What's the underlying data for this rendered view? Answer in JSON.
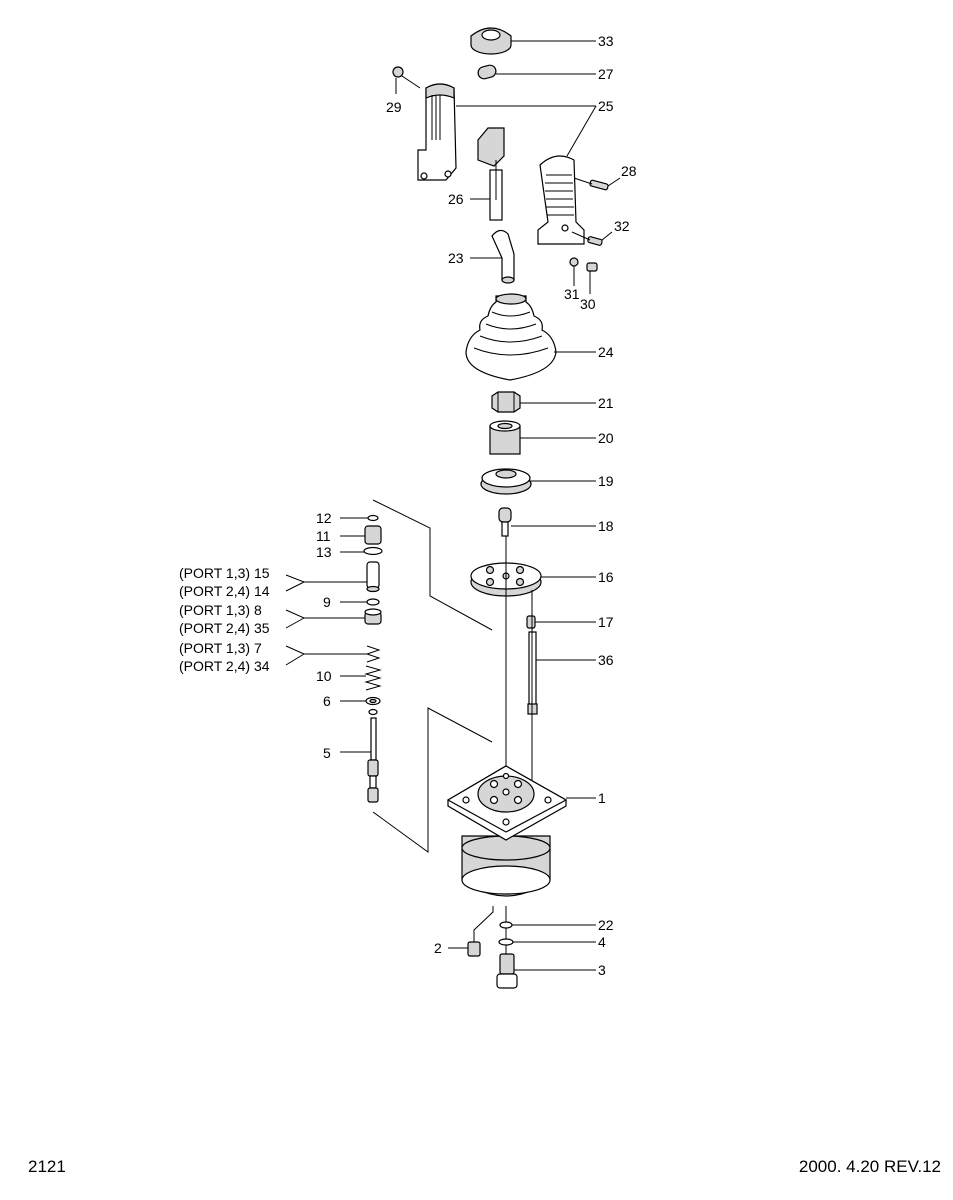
{
  "callouts": {
    "c33": "33",
    "c27": "27",
    "c29": "29",
    "c25": "25",
    "c28": "28",
    "c26": "26",
    "c32": "32",
    "c23": "23",
    "c31": "31",
    "c30": "30",
    "c24": "24",
    "c21": "21",
    "c20": "20",
    "c19": "19",
    "c18": "18",
    "c12": "12",
    "c11": "11",
    "c13": "13",
    "c16": "16",
    "c17": "17",
    "c36": "36",
    "c9": "9",
    "c10": "10",
    "c6": "6",
    "c5": "5",
    "c1": "1",
    "c22": "22",
    "c4": "4",
    "c2": "2",
    "c3": "3"
  },
  "port_labels": {
    "l15": "(PORT 1,3) 15",
    "l14": "(PORT 2,4) 14",
    "l8": "(PORT 1,3)   8",
    "l35": "(PORT 2,4) 35",
    "l7": "(PORT 1,3)   7",
    "l34": "(PORT 2,4) 34"
  },
  "footer": {
    "page_number": "2121",
    "revision": "2000. 4.20 REV.12"
  }
}
